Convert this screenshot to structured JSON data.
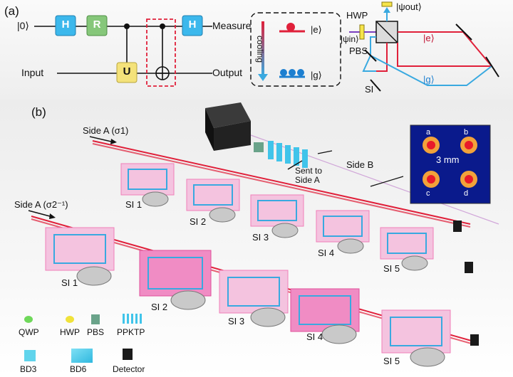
{
  "panel_a": {
    "label": "(a)",
    "circuit": {
      "input_state": "|0⟩",
      "input_label": "Input",
      "gate_h1": "H",
      "gate_r": "R",
      "gate_u": "U",
      "gate_h2": "H",
      "measure_label": "Measure",
      "output_label": "Output"
    },
    "cooling": {
      "label": "cooling",
      "excited": "|e⟩",
      "ground": "|g⟩"
    },
    "interferometer": {
      "hwp": "HWP",
      "pbs": "PBS",
      "psi_in": "|ψin⟩",
      "psi_out": "|ψout⟩",
      "e_arm": "|e⟩",
      "g_arm": "|g⟩",
      "si": "SI"
    }
  },
  "panel_b": {
    "label": "(b)",
    "side_a1": "Side A (σ1)",
    "side_a2": "Side A (σ2⁻¹)",
    "side_b": "Side B",
    "sent_to": "Sent to\nSide A",
    "scale": "3 mm",
    "spots": [
      "a",
      "b",
      "c",
      "d"
    ],
    "row1_si": [
      "SI 1",
      "SI 2",
      "SI 3",
      "SI 4",
      "SI 5"
    ],
    "row2_si": [
      "SI 1",
      "SI 2",
      "SI 3",
      "SI 4",
      "SI 5"
    ]
  },
  "legend": {
    "items": [
      {
        "label": "QWP",
        "icon": "qwp-icon"
      },
      {
        "label": "HWP",
        "icon": "hwp-icon"
      },
      {
        "label": "PBS",
        "icon": "pbs-icon"
      },
      {
        "label": "PPKTP",
        "icon": "ppktp-icon"
      },
      {
        "label": "BD3",
        "icon": "bd3-icon"
      },
      {
        "label": "BD6",
        "icon": "bd6-icon"
      },
      {
        "label": "Detector",
        "icon": "detector-icon"
      }
    ]
  },
  "colors": {
    "beam": "#e0203a",
    "gate_blue": "#3cb8ec",
    "gate_green": "#86c77a",
    "gate_yellow": "#f4e27a",
    "cyan_arm": "#39a9e0",
    "pink": "#f07fb8"
  }
}
